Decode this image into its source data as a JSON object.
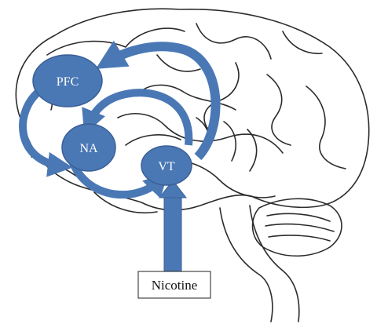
{
  "diagram": {
    "nodes": {
      "pfc": {
        "label": "PFC"
      },
      "na": {
        "label": "NA"
      },
      "vt": {
        "label": "VT"
      }
    },
    "input": {
      "label": "Nicotine"
    },
    "colors": {
      "node_fill": "#4a78b5",
      "node_stroke": "#3a5f96",
      "arrow": "#4a78b5",
      "outline": "#2b2b2b"
    },
    "connections": [
      {
        "from": "Nicotine",
        "to": "VT"
      },
      {
        "from": "VT",
        "to": "PFC"
      },
      {
        "from": "VT",
        "to": "NA"
      },
      {
        "from": "PFC",
        "to": "NA"
      },
      {
        "from": "NA",
        "to": "VT"
      }
    ]
  }
}
